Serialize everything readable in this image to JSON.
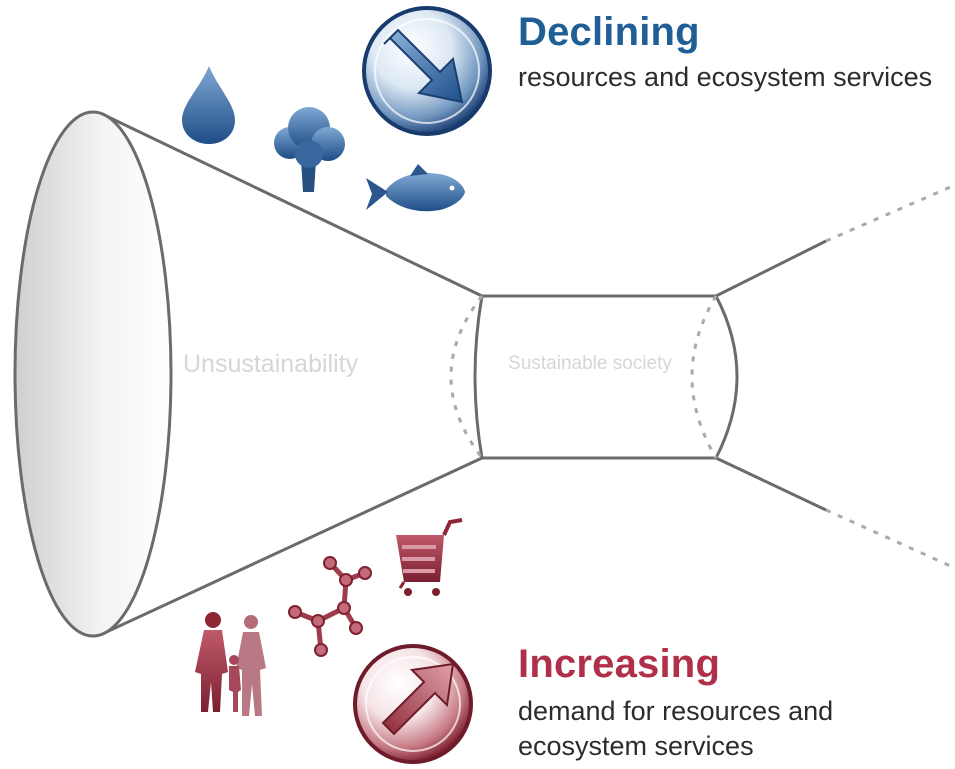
{
  "declining": {
    "heading": "Declining",
    "description": "resources and ecosystem services",
    "icons": [
      "down-right-arrow-icon",
      "water-drop-icon",
      "tree-icon",
      "fish-icon"
    ],
    "color": "#1f5f95"
  },
  "increasing": {
    "heading": "Increasing",
    "description": "demand for resources and ecosystem services",
    "icons": [
      "up-right-arrow-icon",
      "family-icon",
      "molecule-icon",
      "shopping-cart-icon"
    ],
    "color": "#b0304a"
  },
  "funnel": {
    "left_label": "Unsustainability",
    "center_label": "Sustainable society"
  }
}
